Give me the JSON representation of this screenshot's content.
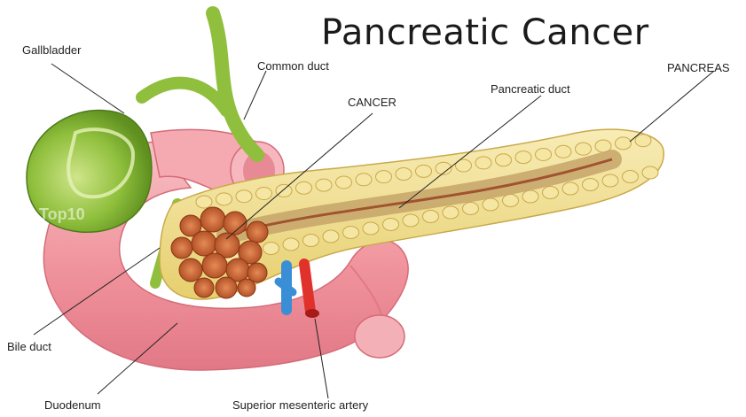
{
  "title": "Pancreatic Cancer",
  "watermark": "Top10",
  "labels": {
    "gallbladder": "Gallbladder",
    "common_duct": "Common duct",
    "cancer": "CANCER",
    "pancreatic_duct": "Pancreatic duct",
    "pancreas": "PANCREAS",
    "bile_duct": "Bile duct",
    "duodenum": "Duodenum",
    "artery": "Superior mesenteric artery"
  },
  "colors": {
    "gallbladder": "#8fbf3c",
    "duct": "#9bc23a",
    "duodenum": "#f2a0a8",
    "pancreas": "#f1de8e",
    "tumor": "#c8623a",
    "artery": "#e0322b",
    "vein": "#3a8ed6"
  }
}
